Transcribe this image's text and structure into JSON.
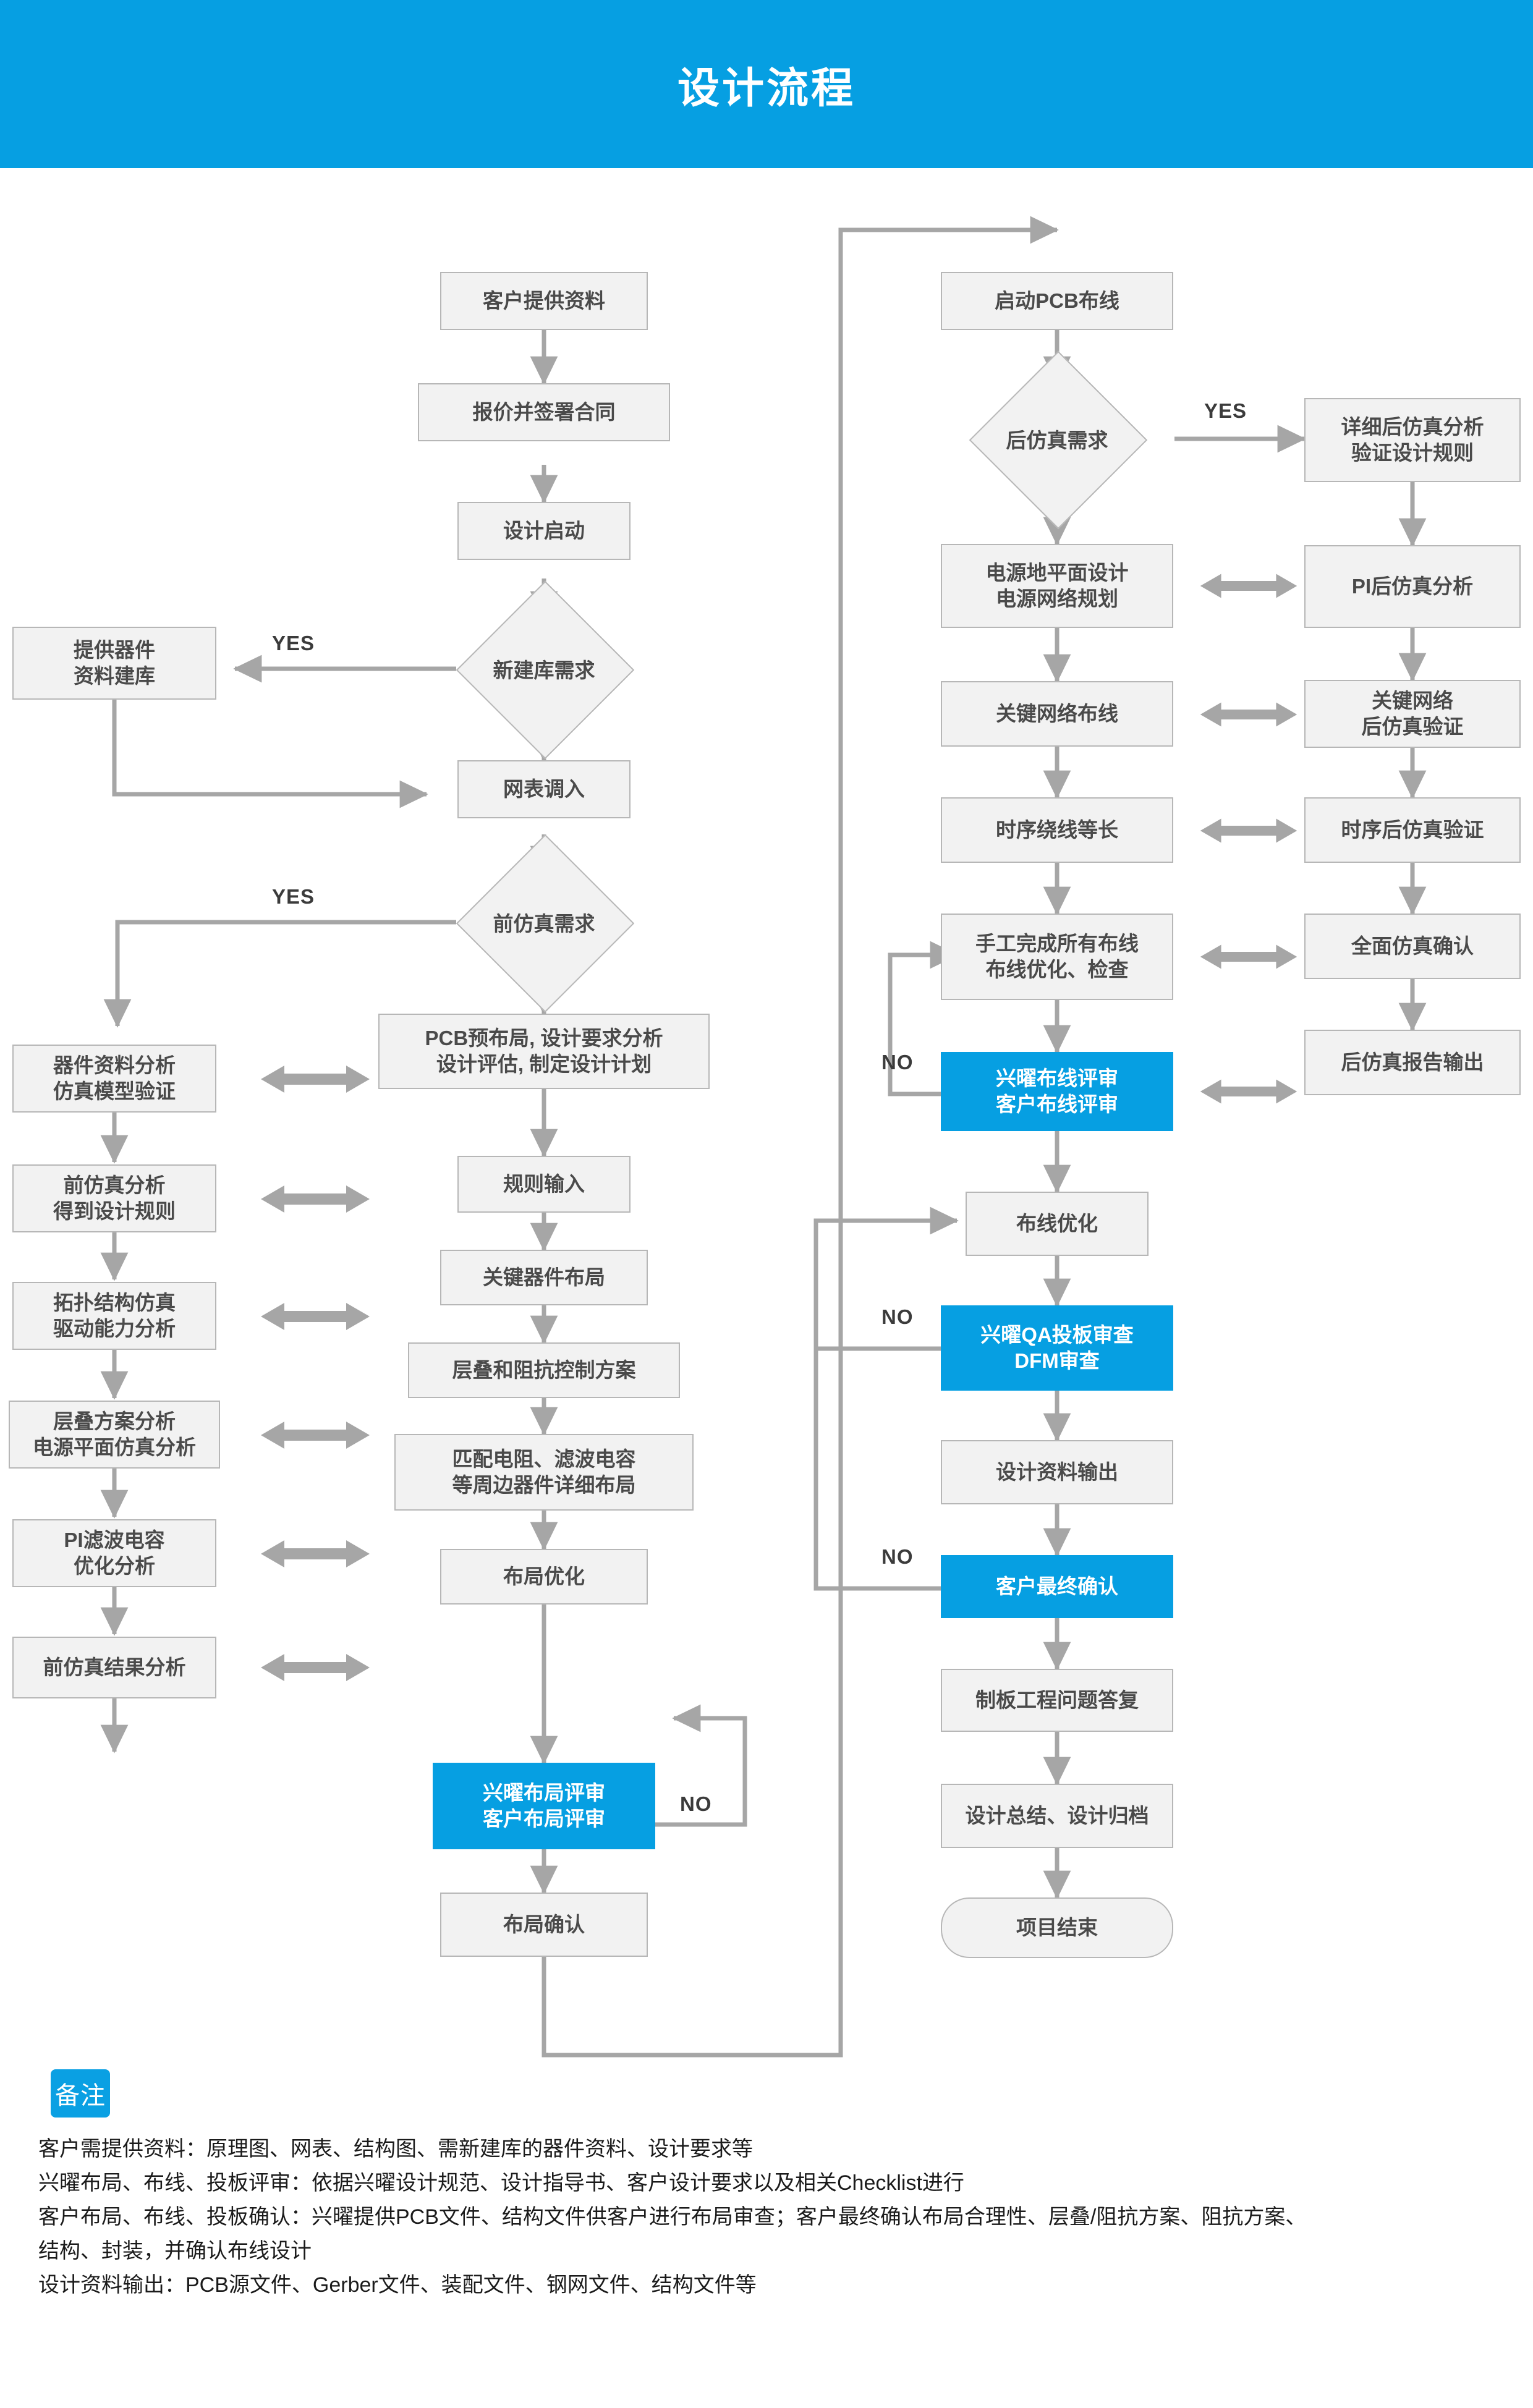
{
  "header": {
    "title": "设计流程",
    "bg_color": "#069fe2"
  },
  "colors": {
    "accent": "#069fe2",
    "node_fill": "#f2f2f2",
    "node_border": "#b7b7b7",
    "connector": "#a6a6a6",
    "text": "#4a4a4a"
  },
  "flow": {
    "column_main": [
      {
        "id": "n-customer-data",
        "label": "客户提供资料"
      },
      {
        "id": "n-quote-contract",
        "label": "报价并签署合同"
      },
      {
        "id": "n-design-start",
        "label": "设计启动"
      },
      {
        "id": "n-netlist-import",
        "label": "网表调入"
      },
      {
        "id": "n-pcb-preplace",
        "line1": "PCB预布局, 设计要求分析",
        "line2": "设计评估, 制定设计计划"
      },
      {
        "id": "n-rule-input",
        "label": "规则输入"
      },
      {
        "id": "n-key-part-place",
        "label": "关键器件布局"
      },
      {
        "id": "n-stack-impedance",
        "label": "层叠和阻抗控制方案"
      },
      {
        "id": "n-peripheral-place",
        "line1": "匹配电阻、滤波电容",
        "line2": "等周边器件详细布局"
      },
      {
        "id": "n-layout-optimize",
        "label": "布局优化"
      },
      {
        "id": "n-layout-review",
        "line1": "兴曜布局评审",
        "line2": "客户布局评审",
        "style": "blue"
      },
      {
        "id": "n-layout-confirm",
        "label": "布局确认"
      }
    ],
    "decisions_main": [
      {
        "id": "d-new-library",
        "label": "新建库需求"
      },
      {
        "id": "d-pre-sim",
        "label": "前仿真需求"
      }
    ],
    "column_left": [
      {
        "id": "n-provide-parts",
        "line1": "提供器件",
        "line2": "资料建库"
      },
      {
        "id": "n-part-data-ana",
        "line1": "器件资料分析",
        "line2": "仿真模型验证"
      },
      {
        "id": "n-presim-analysis",
        "line1": "前仿真分析",
        "line2": "得到设计规则"
      },
      {
        "id": "n-topology-sim",
        "line1": "拓扑结构仿真",
        "line2": "驱动能力分析"
      },
      {
        "id": "n-stackup-ana",
        "line1": "层叠方案分析",
        "line2": "电源平面仿真分析"
      },
      {
        "id": "n-pi-cap-opt",
        "line1": "PI滤波电容",
        "line2": "优化分析"
      },
      {
        "id": "n-presim-result",
        "label": "前仿真结果分析"
      }
    ],
    "column_route": [
      {
        "id": "n-start-routing",
        "label": "启动PCB布线"
      },
      {
        "id": "n-power-plane",
        "line1": "电源地平面设计",
        "line2": "电源网络规划"
      },
      {
        "id": "n-key-net-route",
        "label": "关键网络布线"
      },
      {
        "id": "n-timing-length",
        "label": "时序绕线等长"
      },
      {
        "id": "n-manual-route",
        "line1": "手工完成所有布线",
        "line2": "布线优化、检查"
      },
      {
        "id": "n-route-review",
        "line1": "兴曜布线评审",
        "line2": "客户布线评审",
        "style": "blue"
      },
      {
        "id": "n-route-optimize",
        "label": "布线优化"
      },
      {
        "id": "n-qa-dfm",
        "line1": "兴曜QA投板审查",
        "line2": "DFM审查",
        "style": "blue"
      },
      {
        "id": "n-design-output",
        "label": "设计资料输出"
      },
      {
        "id": "n-final-confirm",
        "label": "客户最终确认",
        "style": "blue"
      },
      {
        "id": "n-board-qa-reply",
        "label": "制板工程问题答复"
      },
      {
        "id": "n-design-summary",
        "label": "设计总结、设计归档"
      },
      {
        "id": "n-project-end",
        "label": "项目结束",
        "style": "terminator"
      }
    ],
    "decisions_route": [
      {
        "id": "d-post-sim",
        "label": "后仿真需求"
      }
    ],
    "column_postsim": [
      {
        "id": "n-detail-postsim",
        "line1": "详细后仿真分析",
        "line2": "验证设计规则"
      },
      {
        "id": "n-pi-postsim",
        "label": "PI后仿真分析"
      },
      {
        "id": "n-key-net-verify",
        "line1": "关键网络",
        "line2": "后仿真验证"
      },
      {
        "id": "n-timing-verify",
        "label": "时序后仿真验证"
      },
      {
        "id": "n-full-sim-confirm",
        "label": "全面仿真确认"
      },
      {
        "id": "n-postsim-report",
        "label": "后仿真报告输出"
      }
    ],
    "edge_labels": {
      "yes_new_library": "YES",
      "yes_pre_sim": "YES",
      "yes_post_sim": "YES",
      "no_layout_review": "NO",
      "no_route_review": "NO",
      "no_qa_dfm": "NO",
      "no_final_confirm": "NO"
    }
  },
  "notes": {
    "badge": "备注",
    "lines": [
      "客户需提供资料：原理图、网表、结构图、需新建库的器件资料、设计要求等",
      "兴曜布局、布线、投板评审：依据兴曜设计规范、设计指导书、客户设计要求以及相关Checklist进行",
      "客户布局、布线、投板确认：兴曜提供PCB文件、结构文件供客户进行布局审查；客户最终确认布局合理性、层叠/阻抗方案、阻抗方案、",
      "结构、封装，并确认布线设计",
      "设计资料输出：PCB源文件、Gerber文件、装配文件、钢网文件、结构文件等"
    ]
  }
}
